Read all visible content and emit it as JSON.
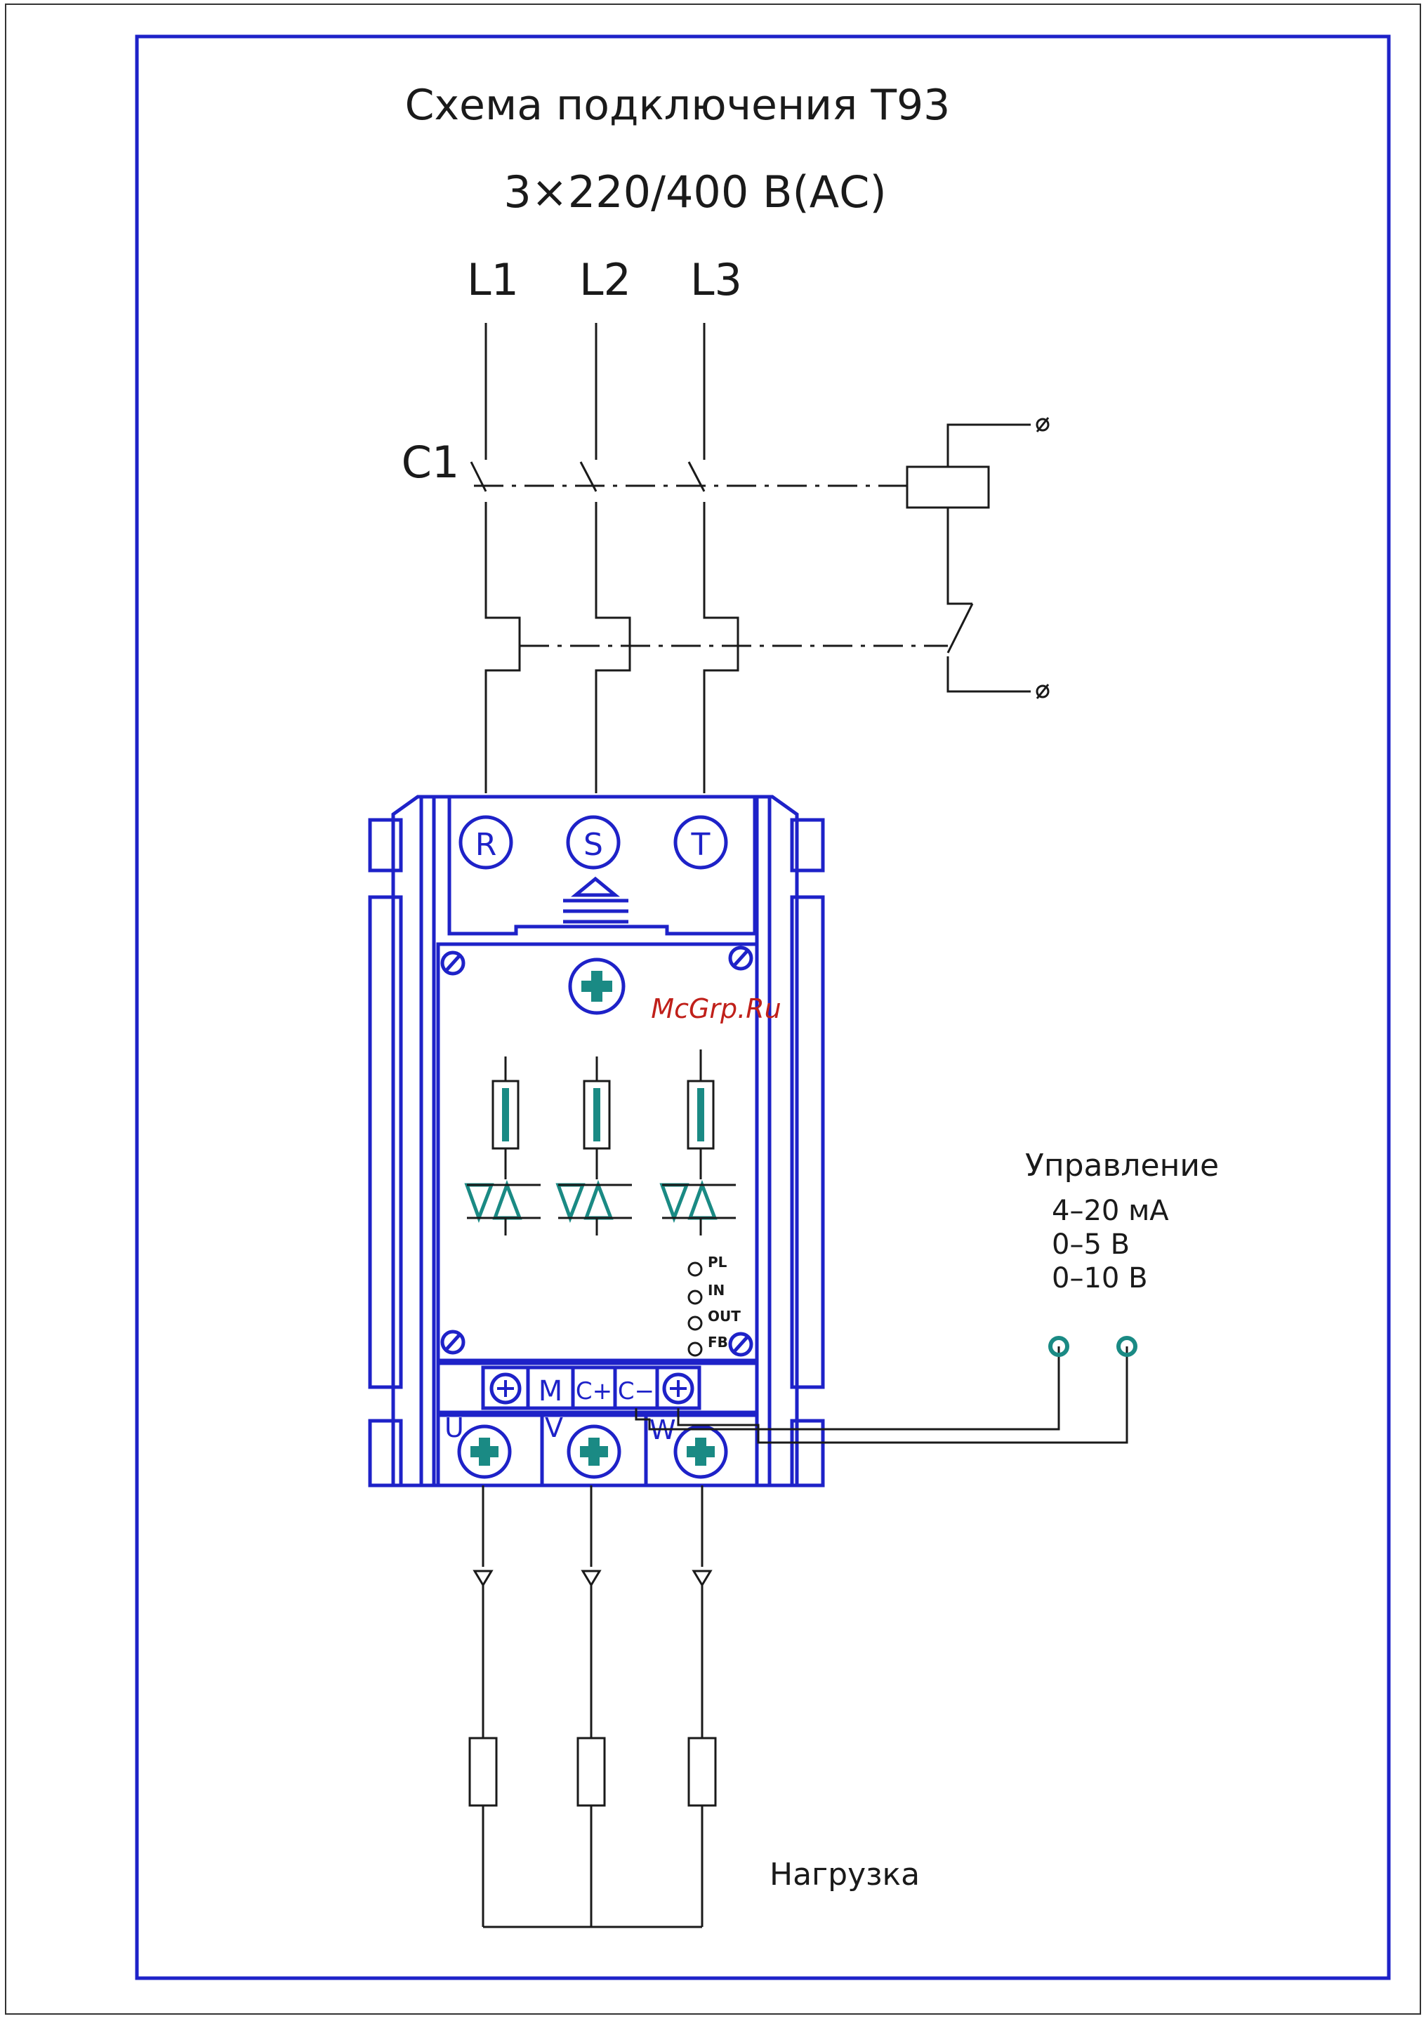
{
  "title": "Схема подключения Т93",
  "supply": "3×220/400 В(АС)",
  "phases": [
    "L1",
    "L2",
    "L3"
  ],
  "contactor_label": "С1",
  "input_terminals": [
    "R",
    "S",
    "T"
  ],
  "output_terminals": [
    "U",
    "V",
    "W"
  ],
  "control_terminals": [
    "M",
    "C+",
    "C−"
  ],
  "leds": [
    "PL",
    "IN",
    "OUT",
    "FB"
  ],
  "watermark": "McGrp.Ru",
  "control": {
    "title": "Управление",
    "signals": [
      "4–20 мА",
      "0–5 В",
      "0–10 В"
    ]
  },
  "load_label": "Нагрузка",
  "colors": {
    "frame": "#1e22c8",
    "ink": "#1a1a1a",
    "accent": "#1a8a84",
    "watermark": "#c0201a"
  }
}
